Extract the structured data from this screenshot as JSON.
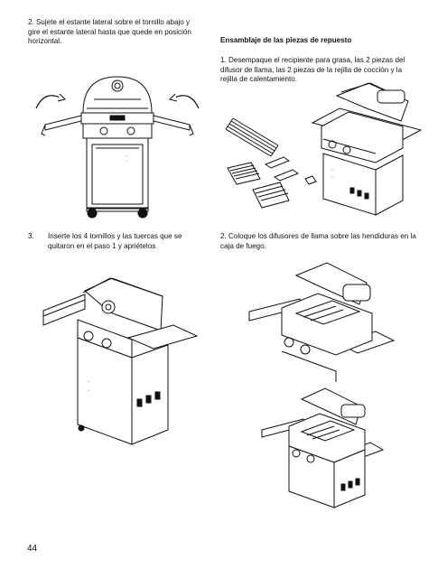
{
  "left": {
    "step2_text": "2. Sujete el estante lateral sobre el tornillo abajo y gire el estante lateral hasta que quede en posición horizontal.",
    "step3_num": "3.",
    "step3_text": "Inserte los 4 tornillos y las tuercas que se quitaron en el paso 1 y apriételos"
  },
  "right": {
    "heading": "Ensamblaje de las piezas de repuesto",
    "step1_text": "1. Desempaque el recipiente para grasa, las 2 piezas del difusor de llama, las 2 piezas de la rejilla de cocción y la rejilla de calentamiento.",
    "step2_text": "2. Coloque los difusores de llama sobre las hendiduras en la caja de fuego."
  },
  "page_number": "44"
}
